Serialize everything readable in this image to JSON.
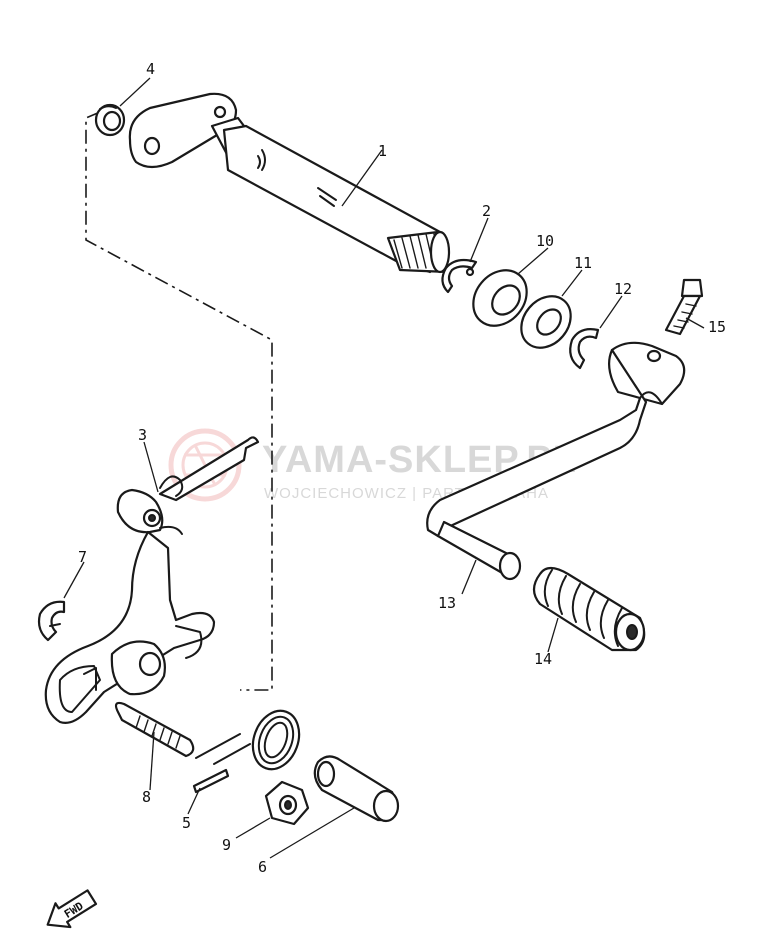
{
  "watermark": {
    "brand": "YAMA-SKLEP.PL",
    "subtitle": "WOJCIECHOWICZ | PARTS YAMAHA",
    "logo_color": "#f2b9b9",
    "text_color": "#d8d8d8"
  },
  "direction_marker": {
    "label": "FWD",
    "icon": "forward-arrow-icon"
  },
  "callouts": [
    {
      "number": "1",
      "part": "shift-shaft"
    },
    {
      "number": "2",
      "part": "circlip"
    },
    {
      "number": "3",
      "part": "shift-arm-assembly"
    },
    {
      "number": "4",
      "part": "oil-seal"
    },
    {
      "number": "5",
      "part": "pin"
    },
    {
      "number": "6",
      "part": "collar"
    },
    {
      "number": "7",
      "part": "e-clip"
    },
    {
      "number": "8",
      "part": "stud-bolt"
    },
    {
      "number": "9",
      "part": "nut"
    },
    {
      "number": "10",
      "part": "washer"
    },
    {
      "number": "11",
      "part": "washer"
    },
    {
      "number": "12",
      "part": "circlip"
    },
    {
      "number": "13",
      "part": "shift-pedal"
    },
    {
      "number": "14",
      "part": "pedal-rubber"
    },
    {
      "number": "15",
      "part": "bolt"
    }
  ]
}
